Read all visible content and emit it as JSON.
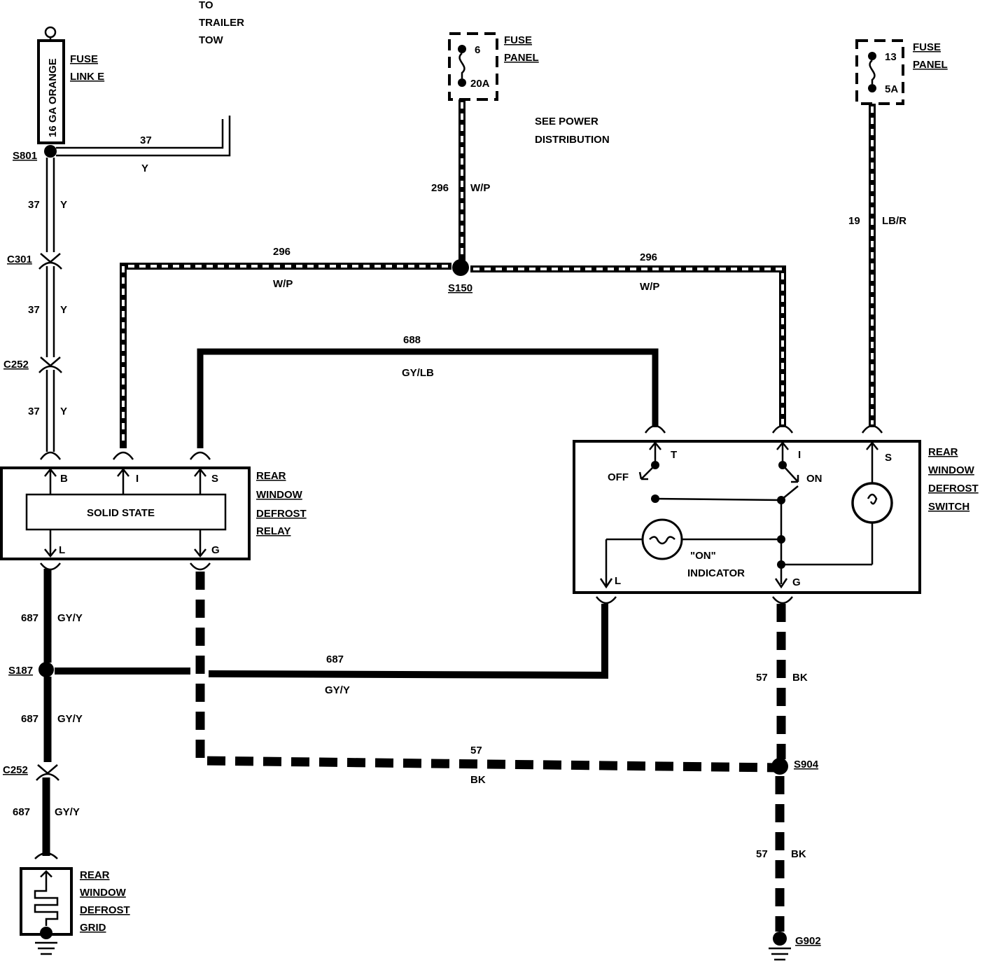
{
  "header": {
    "trailer_tow": [
      "TO",
      "TRAILER",
      "TOW"
    ],
    "see_power": [
      "SEE POWER",
      "DISTRIBUTION"
    ]
  },
  "fuse_link": {
    "label": [
      "FUSE",
      "LINK E"
    ],
    "gauge_text": "16 GA ORANGE"
  },
  "fuse_panel_1": {
    "label": [
      "FUSE",
      "PANEL"
    ],
    "fuse_number": "6",
    "rating": "20A"
  },
  "fuse_panel_2": {
    "label": [
      "FUSE",
      "PANEL"
    ],
    "fuse_number": "13",
    "rating": "5A"
  },
  "splices": {
    "s801": "S801",
    "s150": "S150",
    "s187": "S187",
    "s904": "S904",
    "g902": "G902"
  },
  "connectors": {
    "c301": "C301",
    "c252_top": "C252",
    "c252_bottom": "C252"
  },
  "wires": {
    "w37_tow": {
      "circuit": "37",
      "color": "Y"
    },
    "w37_a": {
      "circuit": "37",
      "color": "Y"
    },
    "w37_b": {
      "circuit": "37",
      "color": "Y"
    },
    "w37_c": {
      "circuit": "37",
      "color": "Y"
    },
    "w296_fuse": {
      "circuit": "296",
      "color": "W/P"
    },
    "w296_left": {
      "circuit": "296",
      "color": "W/P"
    },
    "w296_right": {
      "circuit": "296",
      "color": "W/P"
    },
    "w19": {
      "circuit": "19",
      "color": "LB/R"
    },
    "w688": {
      "circuit": "688",
      "color": "GY/LB"
    },
    "w687_a": {
      "circuit": "687",
      "color": "GY/Y"
    },
    "w687_mid": {
      "circuit": "687",
      "color": "GY/Y"
    },
    "w687_b": {
      "circuit": "687",
      "color": "GY/Y"
    },
    "w687_c": {
      "circuit": "687",
      "color": "GY/Y"
    },
    "w57_a": {
      "circuit": "57",
      "color": "BK"
    },
    "w57_mid": {
      "circuit": "57",
      "color": "BK"
    },
    "w57_b": {
      "circuit": "57",
      "color": "BK"
    }
  },
  "relay": {
    "label": [
      "REAR",
      "WINDOW",
      "DEFROST",
      "RELAY"
    ],
    "inner": "SOLID STATE",
    "pins": {
      "b": "B",
      "i": "I",
      "s": "S",
      "l": "L",
      "g": "G"
    }
  },
  "switch": {
    "label": [
      "REAR",
      "WINDOW",
      "DEFROST",
      "SWITCH"
    ],
    "pins": {
      "t": "T",
      "i": "I",
      "s": "S",
      "l": "L",
      "g": "G"
    },
    "off": "OFF",
    "on": "ON",
    "indicator": [
      "\"ON\"",
      "INDICATOR"
    ]
  },
  "grid": {
    "label": [
      "REAR",
      "WINDOW",
      "DEFROST",
      "GRID"
    ]
  }
}
